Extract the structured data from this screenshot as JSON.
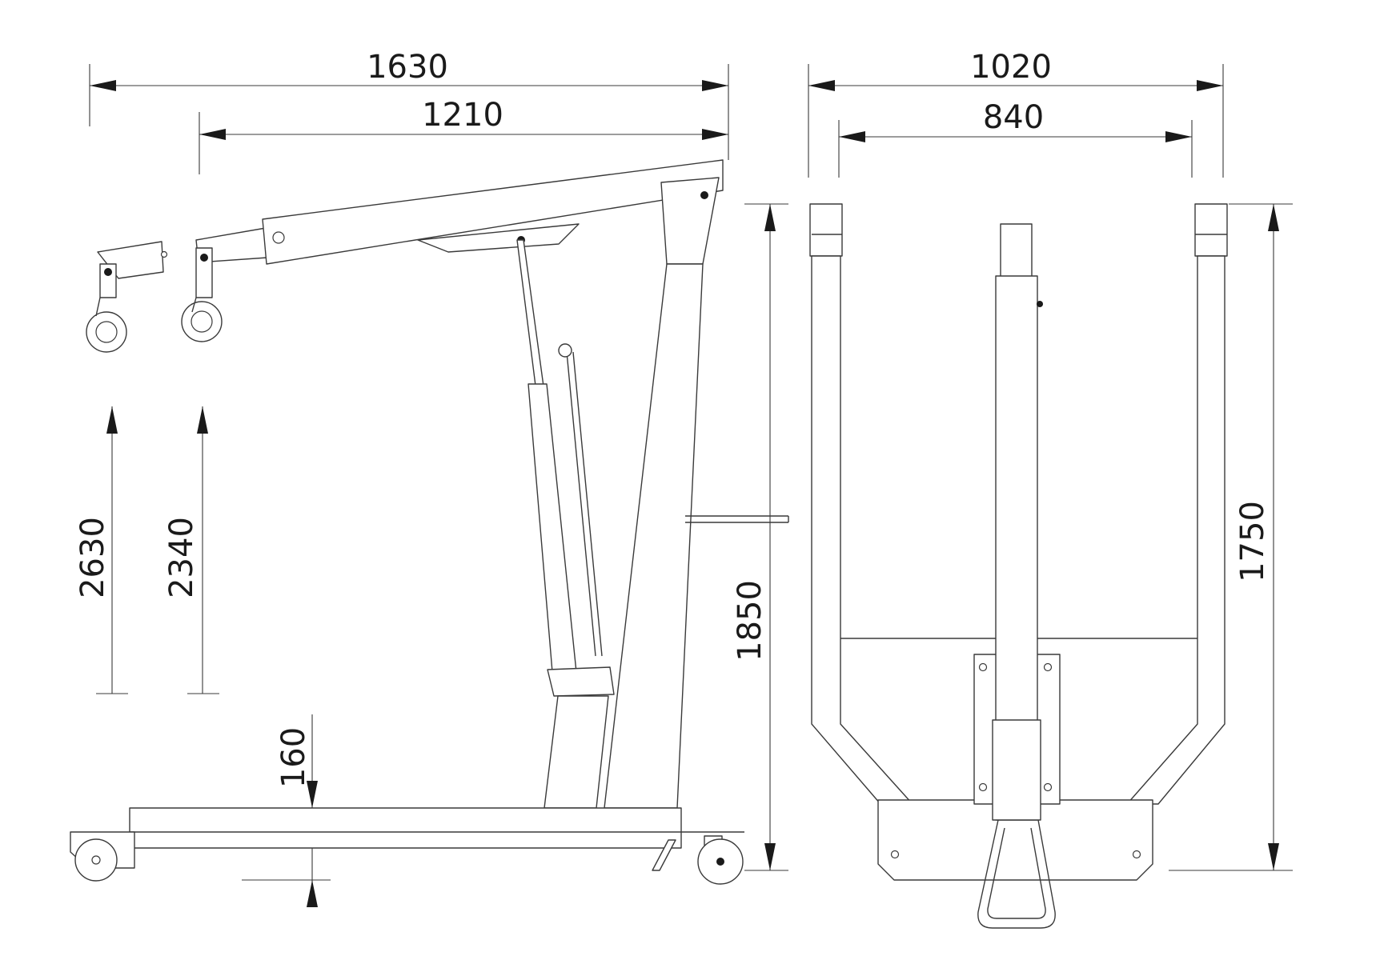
{
  "dimensions": {
    "overall_boom_reach": "1630",
    "retracted_boom_reach": "1210",
    "max_hook_height_extended": "2630",
    "max_hook_height_retracted": "2340",
    "leg_height": "160",
    "overall_height": "1850",
    "overall_width": "1020",
    "inner_width": "840",
    "overall_length": "1750"
  }
}
